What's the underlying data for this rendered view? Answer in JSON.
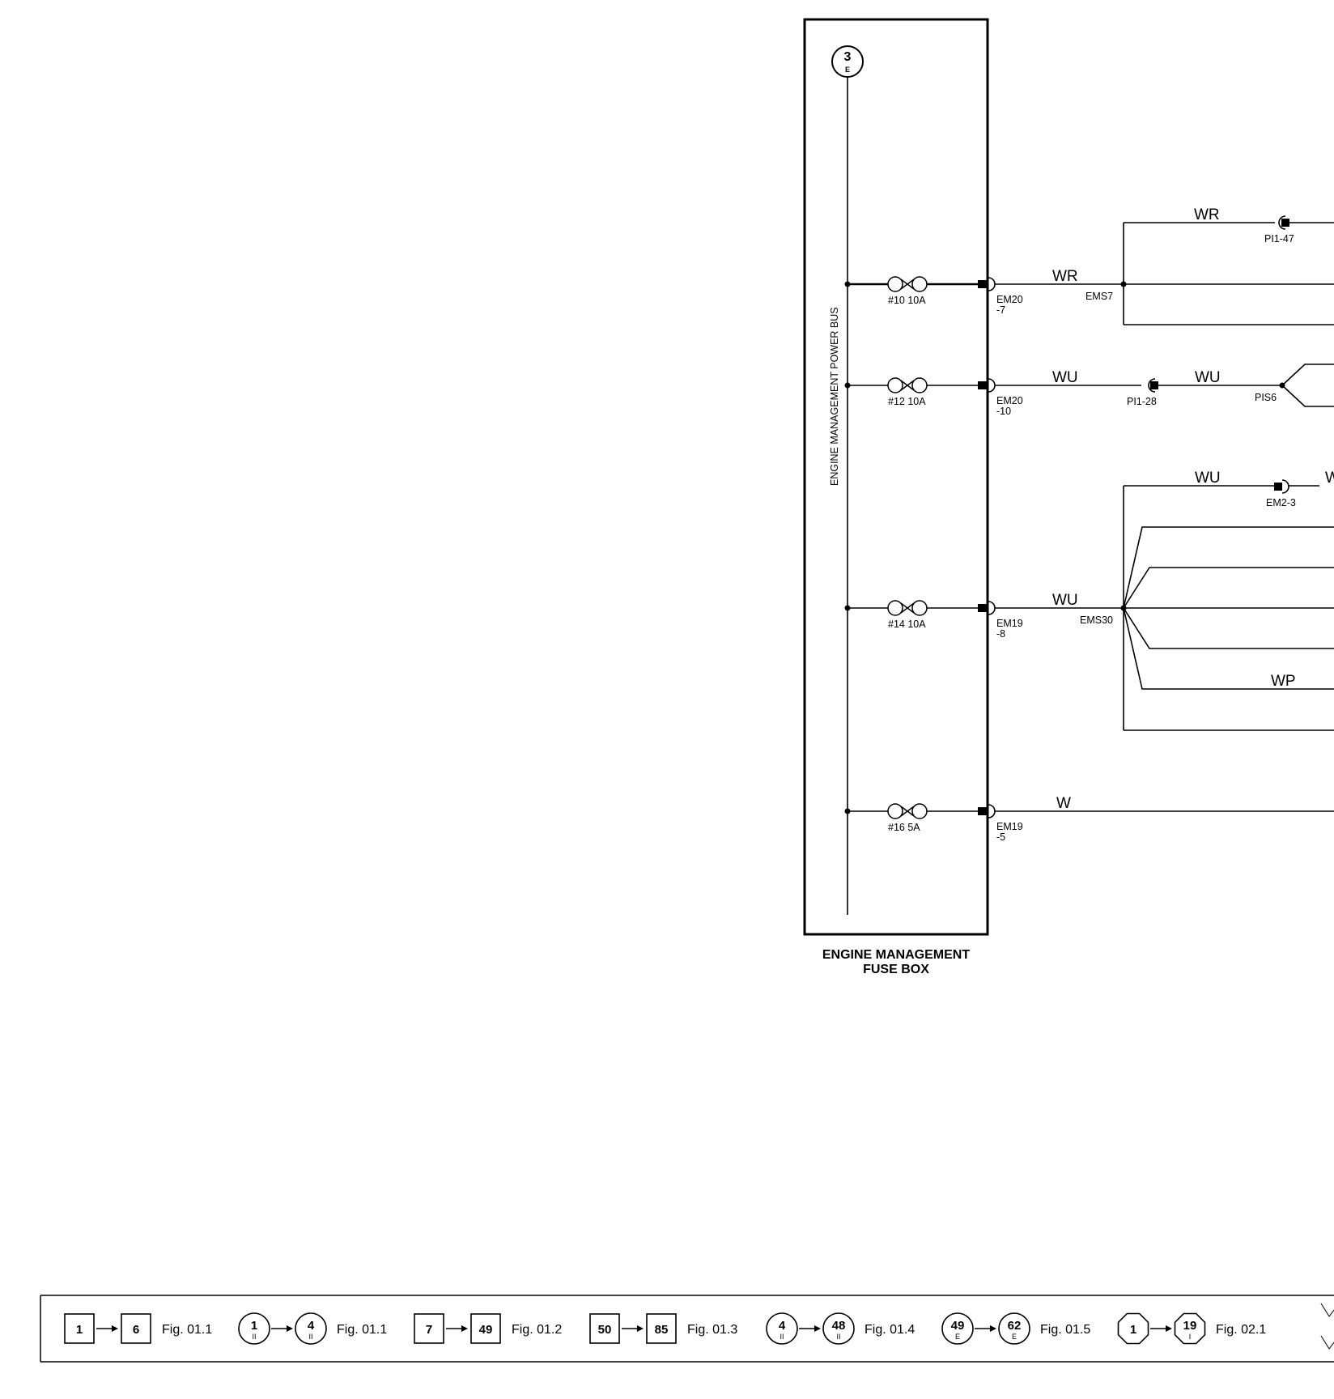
{
  "fuse_box": {
    "title_line1": "ENGINE MANAGEMENT",
    "title_line2": "FUSE BOX",
    "bus_label": "ENGINE MANAGEMENT POWER BUS",
    "ref_number": "3",
    "ref_letter": "E"
  },
  "fuses": [
    {
      "label": "#10 10A"
    },
    {
      "label": "#12 10A"
    },
    {
      "label": "#14 10A"
    },
    {
      "label": "#16 5A"
    }
  ],
  "connectors": [
    {
      "line1": "EM20",
      "line2": "-7"
    },
    {
      "line1": "EM20",
      "line2": "-10"
    },
    {
      "line1": "EM19",
      "line2": "-8"
    },
    {
      "line1": "EM19",
      "line2": "-5"
    }
  ],
  "wires": {
    "w1": "WR",
    "w1_top": "WR",
    "w2": "WU",
    "w2_right": "WU",
    "w3_top": "WU",
    "w3": "WU",
    "w3_bottom": "WP",
    "w4": "W",
    "w3_top_cut": "W"
  },
  "splices": {
    "ems7": "EMS7",
    "pis6": "PIS6",
    "ems30": "EMS30"
  },
  "pins": {
    "pi1_47": "PI1-47",
    "pi1_28": "PI1-28",
    "em2_3": "EM2-3"
  },
  "legend": [
    {
      "from": "1",
      "from_sub": "",
      "to": "6",
      "to_sub": "",
      "shape": "square",
      "fig": "Fig. 01.1"
    },
    {
      "from": "1",
      "from_sub": "II",
      "to": "4",
      "to_sub": "II",
      "shape": "circle",
      "fig": "Fig. 01.1"
    },
    {
      "from": "7",
      "from_sub": "",
      "to": "49",
      "to_sub": "",
      "shape": "square",
      "fig": "Fig. 01.2"
    },
    {
      "from": "50",
      "from_sub": "",
      "to": "85",
      "to_sub": "",
      "shape": "square",
      "fig": "Fig. 01.3"
    },
    {
      "from": "4",
      "from_sub": "II",
      "to": "48",
      "to_sub": "II",
      "shape": "circle",
      "fig": "Fig. 01.4"
    },
    {
      "from": "49",
      "from_sub": "E",
      "to": "62",
      "to_sub": "E",
      "shape": "circle",
      "fig": "Fig. 01.5"
    },
    {
      "from": "1",
      "from_sub": "",
      "to": "19",
      "to_sub": "I",
      "shape": "octagon",
      "fig": "Fig. 02.1"
    }
  ]
}
